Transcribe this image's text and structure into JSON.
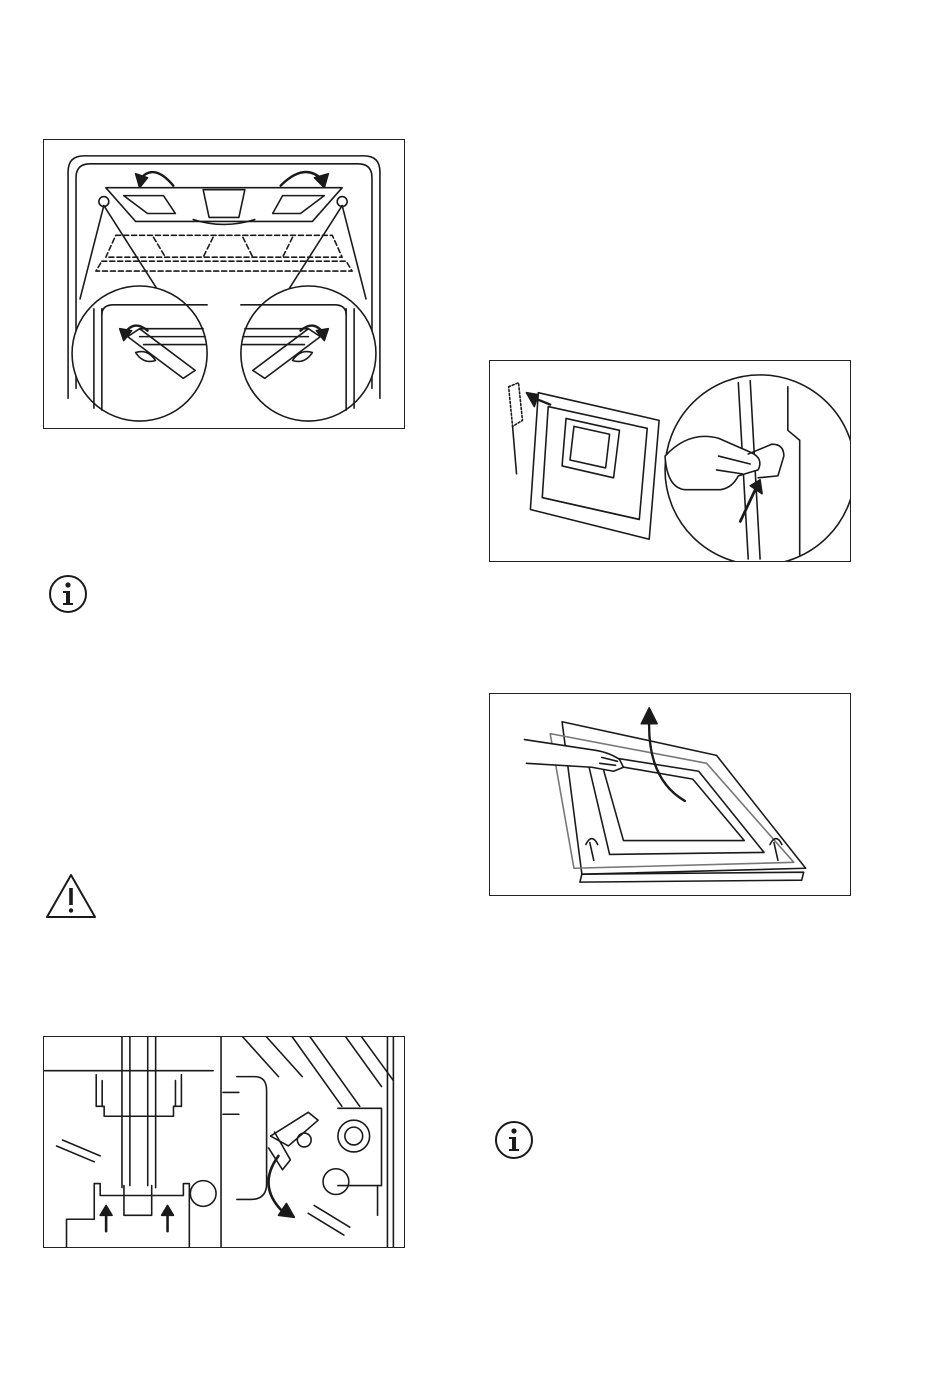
{
  "document": {
    "figures": [
      {
        "id": "grill-element-fold",
        "icon": "oven-grill-element-icon"
      },
      {
        "id": "door-hinge-lift",
        "icon": "oven-door-hinge-icon"
      },
      {
        "id": "door-panel-remove",
        "icon": "oven-door-panel-icon"
      },
      {
        "id": "door-catch-release",
        "icon": "door-catch-release-icon"
      }
    ],
    "notices": [
      {
        "type": "information",
        "icon": "info-icon"
      },
      {
        "type": "warning",
        "icon": "warning-icon"
      },
      {
        "type": "information",
        "icon": "info-icon"
      }
    ]
  },
  "colors": {
    "line": "#1a1a1a",
    "background": "#ffffff"
  }
}
